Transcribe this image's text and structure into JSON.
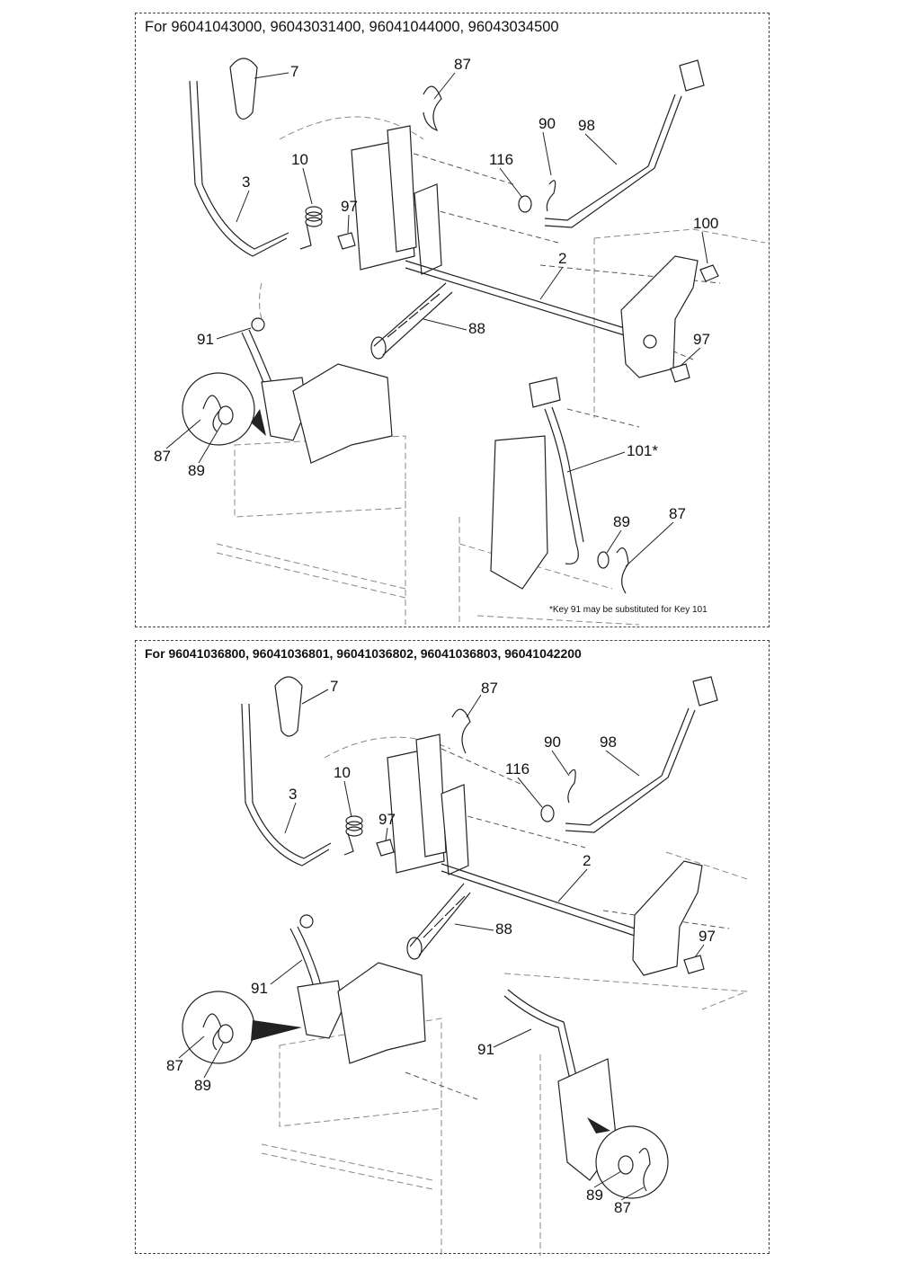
{
  "panels": [
    {
      "title": "For 96041043000, 96043031400, 96041044000, 96043034500",
      "callouts": [
        "7",
        "87",
        "90",
        "98",
        "116",
        "10",
        "3",
        "97",
        "100",
        "2",
        "88",
        "91",
        "97",
        "87",
        "89",
        "101*",
        "89",
        "87"
      ],
      "footnote": "*Key 91 may be substituted for Key 101"
    },
    {
      "title": "For 96041036800, 96041036801, 96041036802, 96041036803, 96041042200",
      "callouts": [
        "7",
        "87",
        "90",
        "98",
        "116",
        "10",
        "3",
        "97",
        "2",
        "88",
        "97",
        "91",
        "87",
        "89",
        "91",
        "89",
        "87"
      ]
    }
  ]
}
